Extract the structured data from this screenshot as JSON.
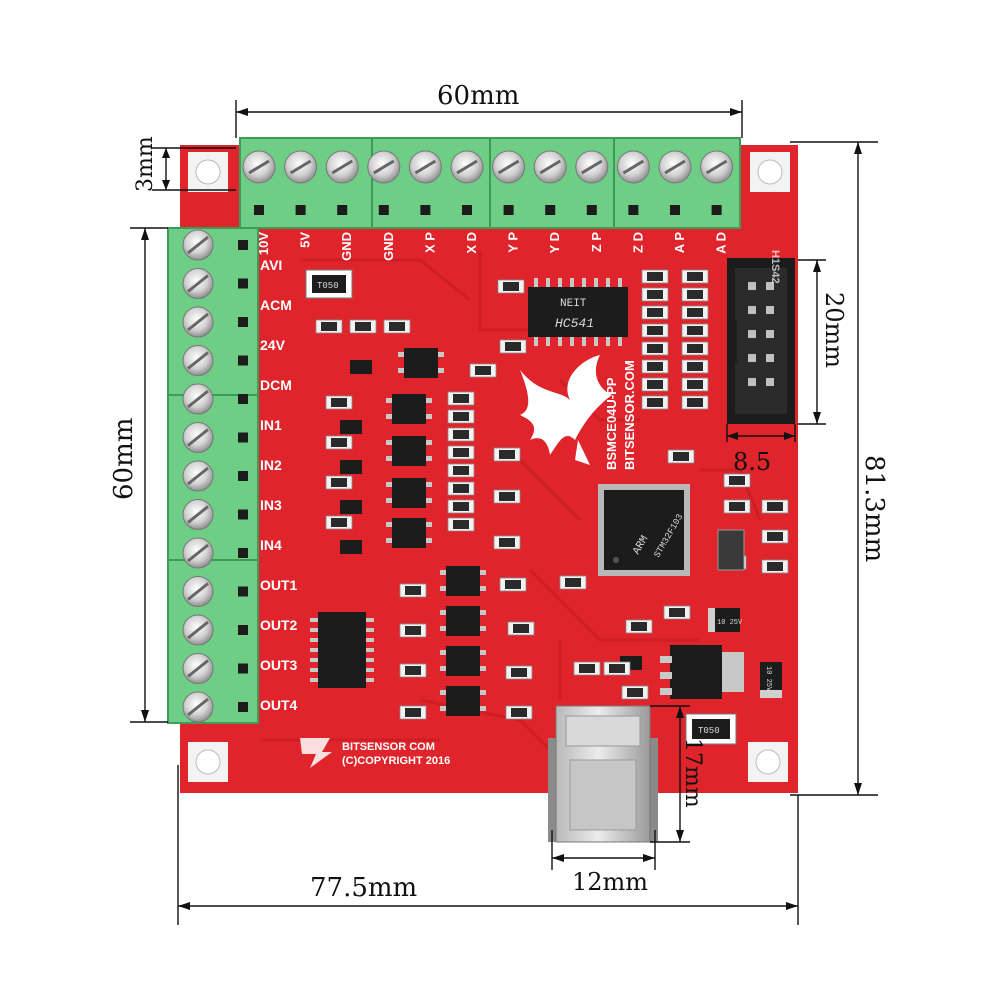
{
  "dimensions": {
    "top_width": "60mm",
    "hole_offset": "3mm",
    "left_height": "60mm",
    "header_height": "20mm",
    "header_width": "8.5",
    "board_height": "81.3mm",
    "usb_height": "17mm",
    "usb_width": "12mm",
    "board_width": "77.5mm"
  },
  "top_terminal_labels": [
    "10V",
    "5V",
    "GND",
    "GND",
    "X P",
    "X D",
    "Y P",
    "Y D",
    "Z P",
    "Z D",
    "A P",
    "A D"
  ],
  "left_terminal_labels": [
    "AVI",
    "ACM",
    "24V",
    "DCM",
    "IN1",
    "IN2",
    "IN3",
    "IN4",
    "OUT1",
    "OUT2",
    "OUT3",
    "OUT4"
  ],
  "silkscreen": {
    "brand": "BITSENSOR COM",
    "copyright": "(C)COPYRIGHT 2016",
    "model": "BSMCE04U-PP",
    "website": "BITSENSOR.COM",
    "header_label": "H1S42"
  },
  "chips": {
    "logic_ic": "HC541",
    "logic_ic_brand": "NEIT",
    "mcu_brand": "ARM",
    "mcu_text": "STM32F103",
    "fuse": "T050",
    "fuse2": "T050",
    "cap1": "10 25V",
    "cap2": "10 25V"
  },
  "colors": {
    "pcb": "#e0242c",
    "terminal": "#6fce86",
    "dark_chip": "#1c1c1c"
  }
}
